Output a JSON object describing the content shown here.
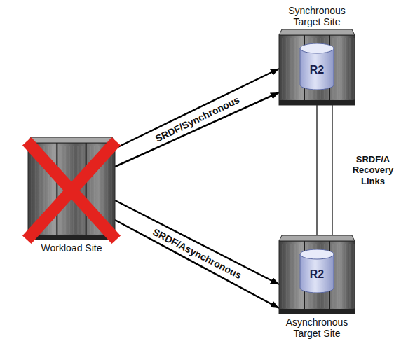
{
  "diagram": {
    "nodes": [
      {
        "text": [
          "Synchronous Target Site"
        ]
      },
      {
        "text": [
          "R2"
        ],
        "in": 0
      },
      {
        "text": [
          "Workload Site"
        ]
      },
      {
        "text": [
          "Asynchronous Target Site"
        ]
      },
      {
        "text": [
          "R2"
        ],
        "in": 3
      }
    ],
    "edges": [
      {
        "from": 2,
        "to": 0,
        "arrow": "to",
        "label": "SRDF/Synchronous"
      },
      {
        "from": 2,
        "to": 0,
        "arrow": "to"
      },
      {
        "from": 2,
        "to": 3,
        "arrow": "to",
        "label": "SRDF/Asynchronous"
      },
      {
        "from": 2,
        "to": 3,
        "arrow": "to"
      },
      {
        "from": 0,
        "to": 3,
        "arrow": "none"
      },
      {
        "from": 0,
        "to": 3,
        "arrow": "none",
        "label": "SRDF/A Recovery Links"
      }
    ]
  }
}
